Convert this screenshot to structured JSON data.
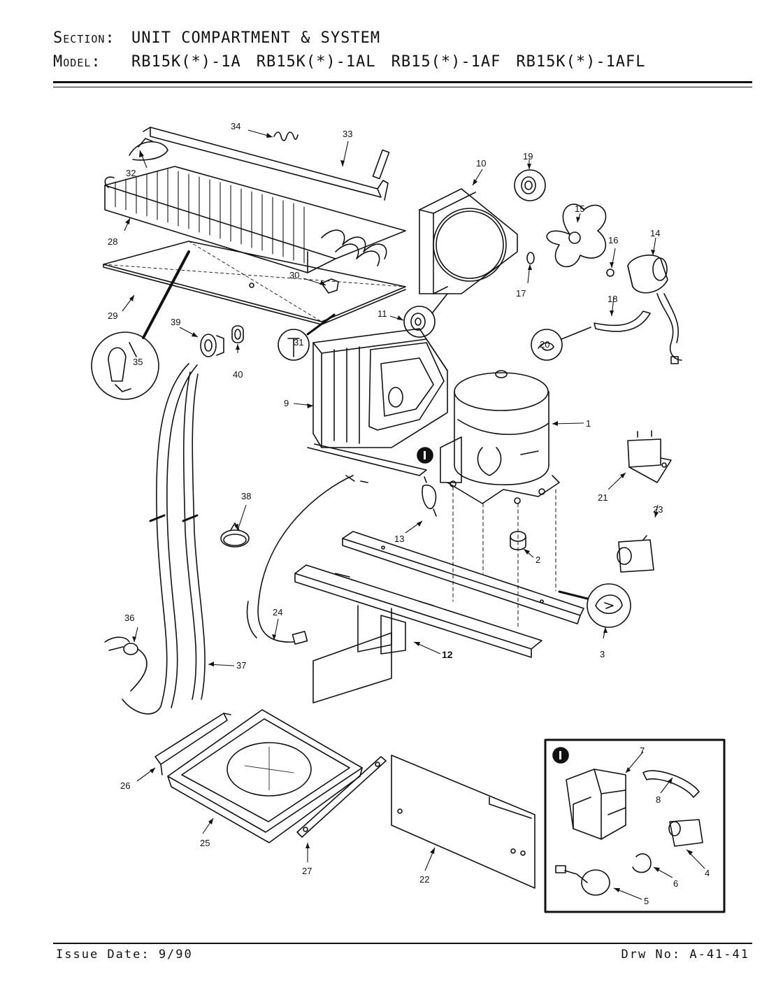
{
  "header": {
    "section_label": "Section:",
    "section_value": "UNIT COMPARTMENT & SYSTEM",
    "model_label": "Model:",
    "models": [
      "RB15K(*)-1A",
      "RB15K(*)-1AL",
      "RB15(*)-1AF",
      "RB15K(*)-1AFL"
    ]
  },
  "callouts": {
    "c1": "1",
    "c2": "2",
    "c3": "3",
    "c4": "4",
    "c5": "5",
    "c6": "6",
    "c7": "7",
    "c8": "8",
    "c9": "9",
    "c10": "10",
    "c11": "11",
    "c12": "12",
    "c13": "13",
    "c14": "14",
    "c15": "15",
    "c16": "16",
    "c17": "17",
    "c18": "18",
    "c19": "19",
    "c20": "20",
    "c21": "21",
    "c22": "22",
    "c23": "23",
    "c24": "24",
    "c25": "25",
    "c26": "26",
    "c27": "27",
    "c28": "28",
    "c29": "29",
    "c30": "30",
    "c31": "31",
    "c32": "32",
    "c33": "33",
    "c34": "34",
    "c35": "35",
    "c36": "36",
    "c37": "37",
    "c38": "38",
    "c39": "39",
    "c40": "40"
  },
  "footer": {
    "issue_date": "Issue Date: 9/90",
    "drawing_no": "Drw No: A-41-41"
  }
}
